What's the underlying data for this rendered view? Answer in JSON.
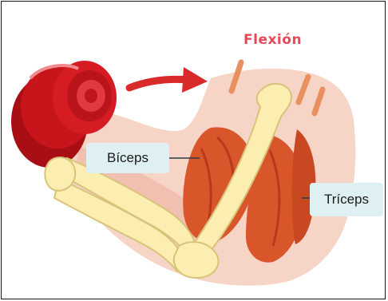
{
  "diagram": {
    "title": "Flexión",
    "labels": {
      "biceps": "Bíceps",
      "triceps": "Tríceps"
    },
    "colors": {
      "title": "#e8485a",
      "arrow": "#d82a2a",
      "skin": "#f6d4c6",
      "bone": "#fbeeb0",
      "bone_outline": "#d9c37a",
      "muscle": "#d9562a",
      "muscle_dark": "#b83a1c",
      "dumbbell": "#c8151b",
      "label_background": "#dff0f3"
    }
  }
}
